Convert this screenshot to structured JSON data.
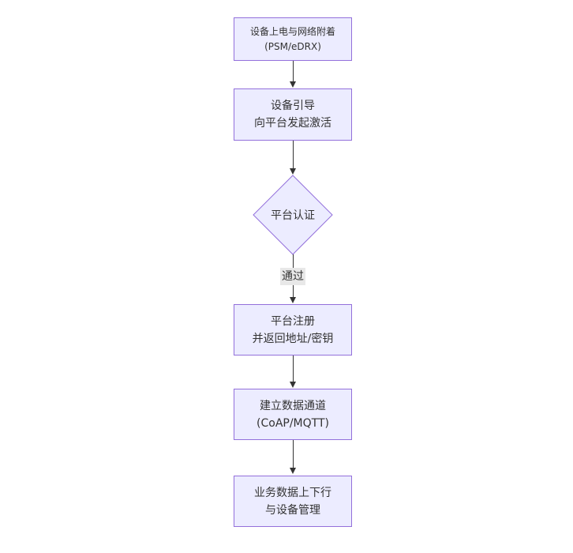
{
  "flow": {
    "colors": {
      "canvas_bg": "#ffffff",
      "node_fill": "#ececff",
      "node_border": "#9370db",
      "text_color": "#333333",
      "edge_color": "#333333",
      "edge_label_bg": "#e8e8e8"
    },
    "nodes": [
      {
        "id": "attach",
        "shape": "rect",
        "lines": [
          "设备上电与网络附着",
          "(PSM/eDRX)"
        ]
      },
      {
        "id": "bootstrap",
        "shape": "rect",
        "lines": [
          "设备引导",
          "向平台发起激活"
        ]
      },
      {
        "id": "auth",
        "shape": "diamond",
        "lines": [
          "平台认证"
        ]
      },
      {
        "id": "register",
        "shape": "rect",
        "lines": [
          "平台注册",
          "并返回地址/密钥"
        ]
      },
      {
        "id": "channel",
        "shape": "rect",
        "lines": [
          "建立数据通道",
          "(CoAP/MQTT)"
        ]
      },
      {
        "id": "business",
        "shape": "rect",
        "lines": [
          "业务数据上下行",
          "与设备管理"
        ]
      }
    ],
    "edges": [
      {
        "from": "attach",
        "to": "bootstrap",
        "label": ""
      },
      {
        "from": "bootstrap",
        "to": "auth",
        "label": ""
      },
      {
        "from": "auth",
        "to": "register",
        "label": "通过"
      },
      {
        "from": "register",
        "to": "channel",
        "label": ""
      },
      {
        "from": "channel",
        "to": "business",
        "label": ""
      }
    ]
  }
}
